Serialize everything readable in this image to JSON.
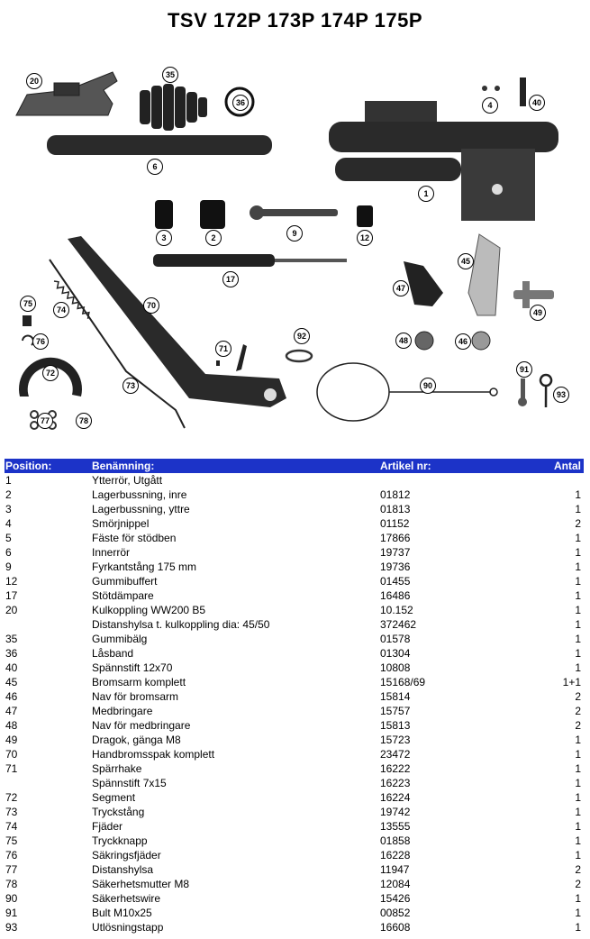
{
  "title": "TSV 172P 173P 174P 175P",
  "callouts": {
    "c1": "1",
    "c2": "2",
    "c3": "3",
    "c4": "4",
    "c6": "6",
    "c9": "9",
    "c12": "12",
    "c17": "17",
    "c20": "20",
    "c35": "35",
    "c36": "36",
    "c40": "40",
    "c45": "45",
    "c46": "46",
    "c47": "47",
    "c48": "48",
    "c49": "49",
    "c70": "70",
    "c71": "71",
    "c72": "72",
    "c73": "73",
    "c74": "74",
    "c75": "75",
    "c76": "76",
    "c77": "77",
    "c78": "78",
    "c90": "90",
    "c91": "91",
    "c92": "92",
    "c93": "93"
  },
  "table": {
    "headers": {
      "position": "Position:",
      "name": "Benämning:",
      "article": "Artikel nr:",
      "qty": "Antal"
    },
    "rows": [
      {
        "pos": "1",
        "name": "Ytterrör, Utgått",
        "art": "",
        "qty": ""
      },
      {
        "pos": "2",
        "name": "Lagerbussning, inre",
        "art": "01812",
        "qty": "1"
      },
      {
        "pos": "3",
        "name": "Lagerbussning, yttre",
        "art": "01813",
        "qty": "1"
      },
      {
        "pos": "4",
        "name": "Smörjnippel",
        "art": "01152",
        "qty": "2"
      },
      {
        "pos": "5",
        "name": "Fäste för stödben",
        "art": "17866",
        "qty": "1"
      },
      {
        "pos": "6",
        "name": "Innerrör",
        "art": "19737",
        "qty": "1"
      },
      {
        "pos": "9",
        "name": "Fyrkantstång 175 mm",
        "art": "19736",
        "qty": "1"
      },
      {
        "pos": "12",
        "name": "Gummibuffert",
        "art": "01455",
        "qty": "1"
      },
      {
        "pos": "17",
        "name": "Stötdämpare",
        "art": "16486",
        "qty": "1"
      },
      {
        "pos": "20",
        "name": "Kulkoppling WW200 B5",
        "art": "10.152",
        "qty": "1"
      },
      {
        "pos": "",
        "name": "Distanshylsa t. kulkoppling dia: 45/50",
        "art": "372462",
        "qty": "1"
      },
      {
        "pos": "35",
        "name": "Gummibälg",
        "art": "01578",
        "qty": "1"
      },
      {
        "pos": "36",
        "name": "Låsband",
        "art": "01304",
        "qty": "1"
      },
      {
        "pos": "40",
        "name": "Spännstift 12x70",
        "art": "10808",
        "qty": "1"
      },
      {
        "pos": "45",
        "name": "Bromsarm komplett",
        "art": "15168/69",
        "qty": "1+1"
      },
      {
        "pos": "46",
        "name": "Nav för bromsarm",
        "art": "15814",
        "qty": "2"
      },
      {
        "pos": "47",
        "name": "Medbringare",
        "art": "15757",
        "qty": "2"
      },
      {
        "pos": "48",
        "name": "Nav för medbringare",
        "art": "15813",
        "qty": "2"
      },
      {
        "pos": "49",
        "name": "Dragok, gänga M8",
        "art": "15723",
        "qty": "1"
      },
      {
        "pos": "70",
        "name": "Handbromsspak komplett",
        "art": "23472",
        "qty": "1"
      },
      {
        "pos": "71",
        "name": "Spärrhake",
        "art": "16222",
        "qty": "1"
      },
      {
        "pos": "",
        "name": "Spännstift 7x15",
        "art": "16223",
        "qty": "1"
      },
      {
        "pos": "72",
        "name": "Segment",
        "art": "16224",
        "qty": "1"
      },
      {
        "pos": "73",
        "name": "Tryckstång",
        "art": "19742",
        "qty": "1"
      },
      {
        "pos": "74",
        "name": "Fjäder",
        "art": "13555",
        "qty": "1"
      },
      {
        "pos": "75",
        "name": "Tryckknapp",
        "art": "01858",
        "qty": "1"
      },
      {
        "pos": "76",
        "name": "Säkringsfjäder",
        "art": "16228",
        "qty": "1"
      },
      {
        "pos": "77",
        "name": "Distanshylsa",
        "art": "11947",
        "qty": "2"
      },
      {
        "pos": "78",
        "name": "Säkerhetsmutter M8",
        "art": "12084",
        "qty": "2"
      },
      {
        "pos": "90",
        "name": "Säkerhetswire",
        "art": "15426",
        "qty": "1"
      },
      {
        "pos": "91",
        "name": "Bult M10x25",
        "art": "00852",
        "qty": "1"
      },
      {
        "pos": "93",
        "name": "Utlösningstapp",
        "art": "16608",
        "qty": "1"
      }
    ]
  },
  "colors": {
    "header_bg": "#1c33c8",
    "header_text": "#ffffff",
    "part_dark": "#2a2a2a"
  }
}
